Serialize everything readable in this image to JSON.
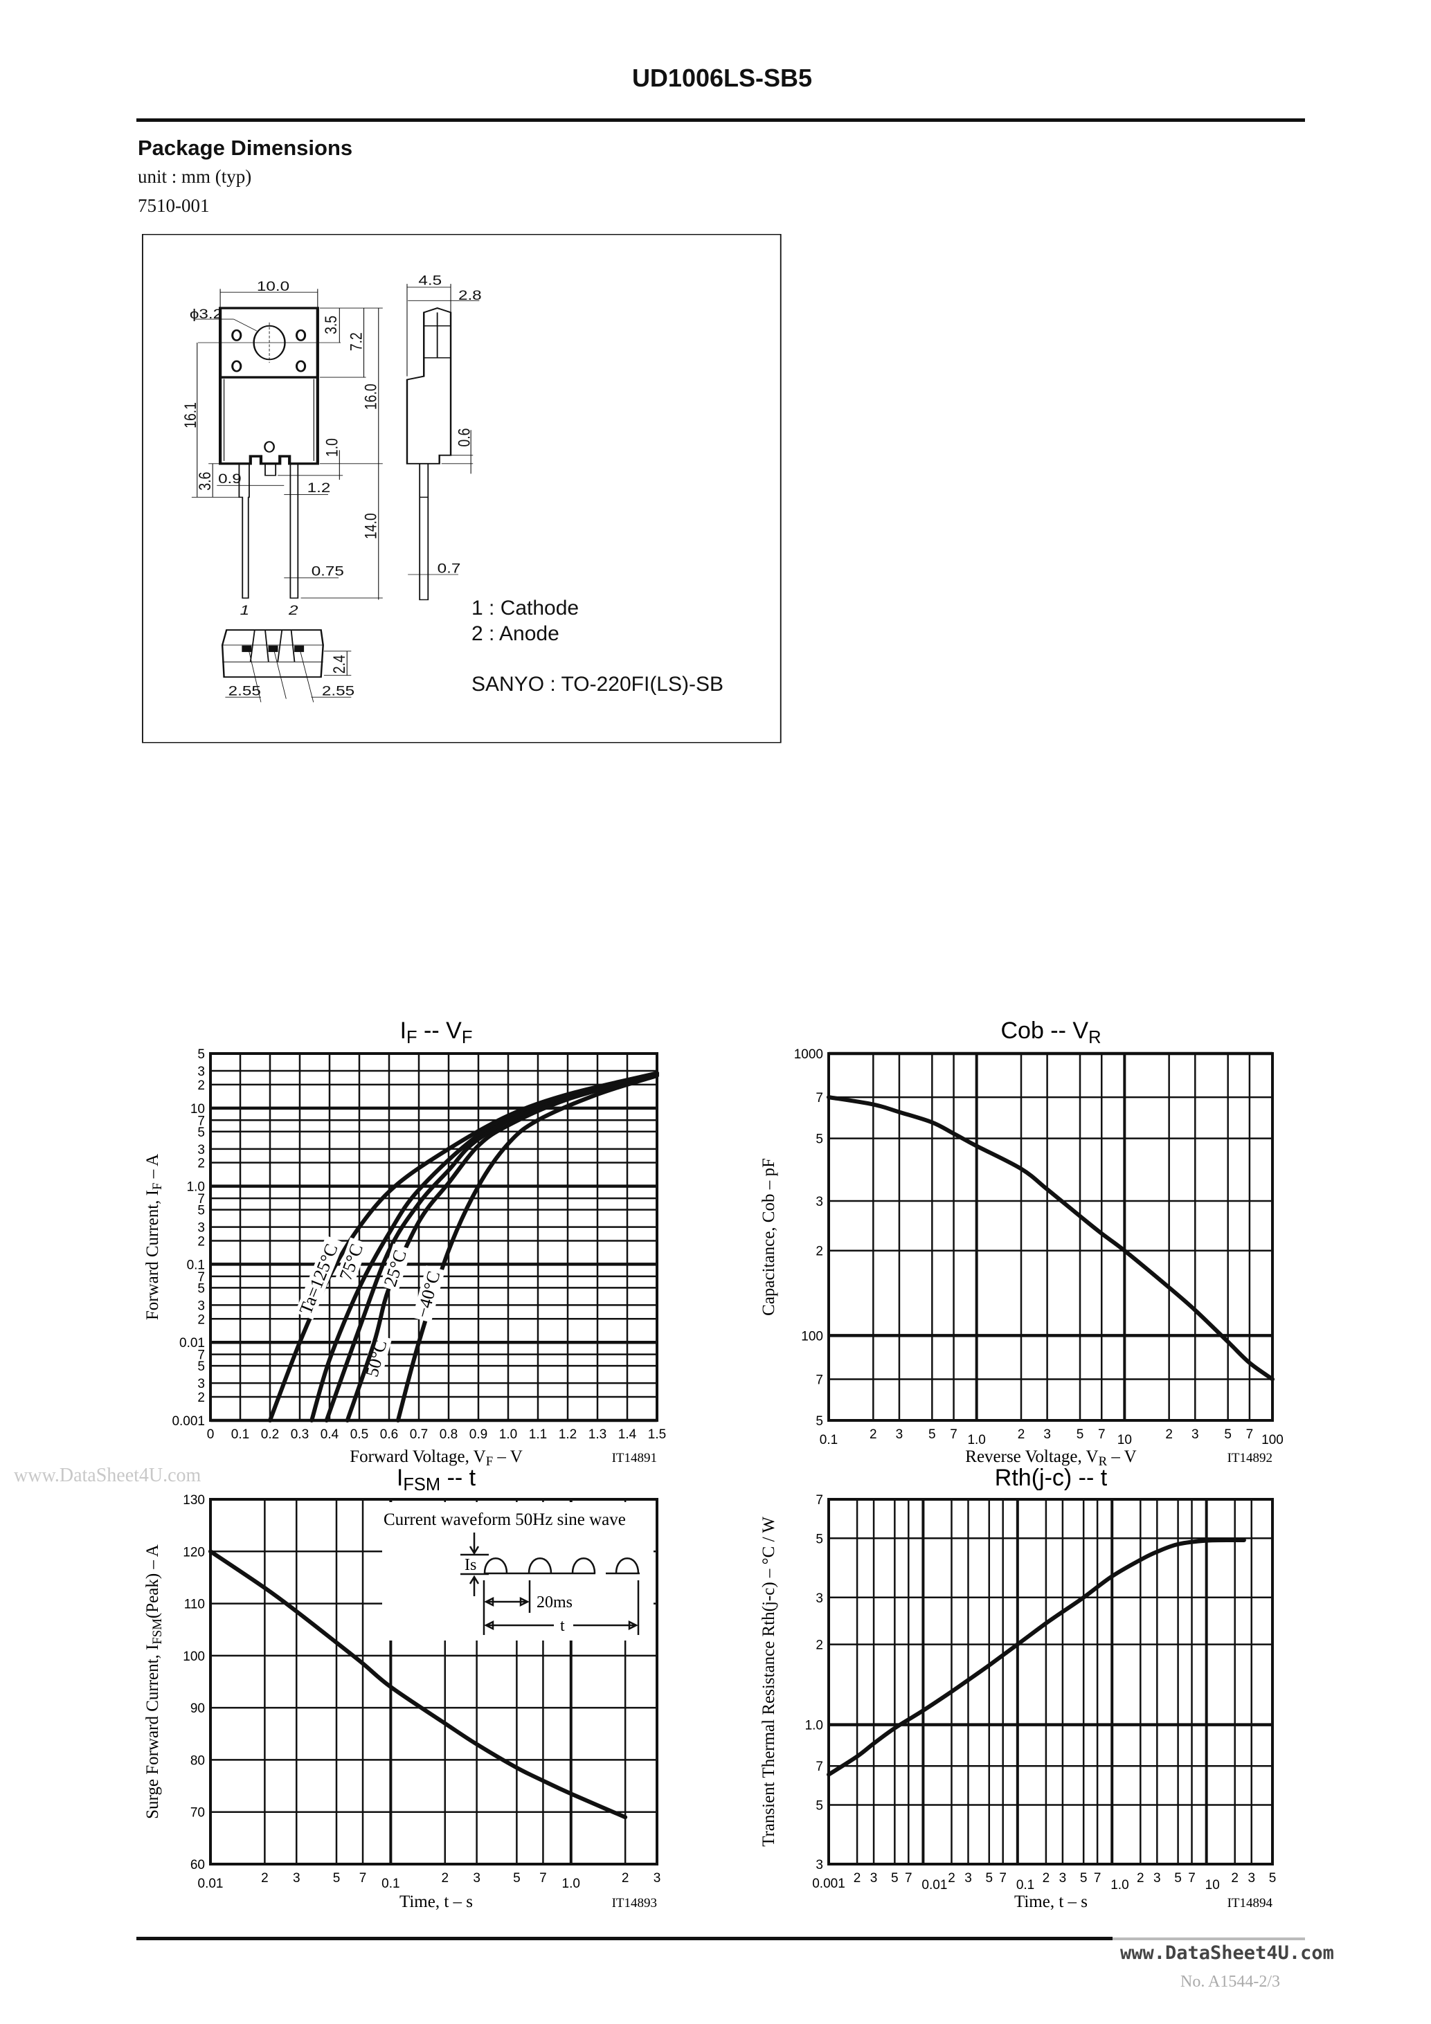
{
  "header": {
    "title": "UD1006LS-SB5"
  },
  "package": {
    "heading": "Package Dimensions",
    "unit": "unit : mm (typ)",
    "code": "7510-001",
    "dims": [
      "10.0",
      "ϕ3.2",
      "3.5",
      "7.2",
      "16.0",
      "16.1",
      "1.0",
      "3.6",
      "0.9",
      "1.2",
      "14.0",
      "0.75",
      "4.5",
      "2.8",
      "0.6",
      "0.7",
      "2.4",
      "2.55",
      "2.55"
    ],
    "pins": [
      "1",
      "2"
    ],
    "pin_legend": [
      "1 : Cathode",
      "2 : Anode"
    ],
    "package_name": "SANYO : TO-220FI(LS)-SB"
  },
  "chart_data": [
    {
      "type": "line",
      "code": "IT14891",
      "title": [
        {
          "t": "I"
        },
        {
          "t": "F",
          "sub": true
        },
        {
          "t": "  --  V"
        },
        {
          "t": "F",
          "sub": true
        }
      ],
      "xlabel": [
        {
          "t": "Forward Voltage, V"
        },
        {
          "t": "F",
          "sub": true
        },
        {
          "t": "  –  V"
        }
      ],
      "ylabel": [
        {
          "t": "Forward Current, I"
        },
        {
          "t": "F",
          "sub": true
        },
        {
          "t": "  –  A"
        }
      ],
      "xscale": "linear",
      "xlim": [
        0,
        1.5
      ],
      "yscale": "log",
      "ylim": [
        0.001,
        50
      ],
      "grid": true,
      "x_ticks": [
        {
          "v": 0,
          "l": "0"
        },
        {
          "v": 0.1,
          "l": "0.1"
        },
        {
          "v": 0.2,
          "l": "0.2"
        },
        {
          "v": 0.3,
          "l": "0.3"
        },
        {
          "v": 0.4,
          "l": "0.4"
        },
        {
          "v": 0.5,
          "l": "0.5"
        },
        {
          "v": 0.6,
          "l": "0.6"
        },
        {
          "v": 0.7,
          "l": "0.7"
        },
        {
          "v": 0.8,
          "l": "0.8"
        },
        {
          "v": 0.9,
          "l": "0.9"
        },
        {
          "v": 1.0,
          "l": "1.0"
        },
        {
          "v": 1.1,
          "l": "1.1"
        },
        {
          "v": 1.2,
          "l": "1.2"
        },
        {
          "v": 1.3,
          "l": "1.3"
        },
        {
          "v": 1.4,
          "l": "1.4"
        },
        {
          "v": 1.5,
          "l": "1.5"
        }
      ],
      "y_ticks": [
        {
          "v": 50,
          "l": "5"
        },
        {
          "v": 30,
          "l": "3"
        },
        {
          "v": 20,
          "l": "2"
        },
        {
          "v": 10,
          "l": "10"
        },
        {
          "v": 7,
          "l": "7"
        },
        {
          "v": 5,
          "l": "5"
        },
        {
          "v": 3,
          "l": "3"
        },
        {
          "v": 2,
          "l": "2"
        },
        {
          "v": 1,
          "l": "1.0"
        },
        {
          "v": 0.7,
          "l": "7"
        },
        {
          "v": 0.5,
          "l": "5"
        },
        {
          "v": 0.3,
          "l": "3"
        },
        {
          "v": 0.2,
          "l": "2"
        },
        {
          "v": 0.1,
          "l": "0.1"
        },
        {
          "v": 0.07,
          "l": "7"
        },
        {
          "v": 0.05,
          "l": "5"
        },
        {
          "v": 0.03,
          "l": "3"
        },
        {
          "v": 0.02,
          "l": "2"
        },
        {
          "v": 0.01,
          "l": "0.01"
        },
        {
          "v": 0.007,
          "l": "7"
        },
        {
          "v": 0.005,
          "l": "5"
        },
        {
          "v": 0.003,
          "l": "3"
        },
        {
          "v": 0.002,
          "l": "2"
        },
        {
          "v": 0.001,
          "l": "0.001"
        }
      ],
      "series": [
        {
          "name": "Ta=125°C",
          "points": [
            [
              0.2,
              0.001
            ],
            [
              0.3,
              0.01
            ],
            [
              0.4,
              0.07
            ],
            [
              0.5,
              0.3
            ],
            [
              0.62,
              1.0
            ],
            [
              0.8,
              3
            ],
            [
              1.0,
              8
            ],
            [
              1.2,
              15
            ],
            [
              1.5,
              28
            ]
          ]
        },
        {
          "name": "75°C",
          "points": [
            [
              0.34,
              0.001
            ],
            [
              0.4,
              0.006
            ],
            [
              0.5,
              0.05
            ],
            [
              0.6,
              0.25
            ],
            [
              0.7,
              0.9
            ],
            [
              0.9,
              4.5
            ],
            [
              1.1,
              11
            ],
            [
              1.5,
              28
            ]
          ]
        },
        {
          "name": "50°C",
          "points": [
            [
              0.39,
              0.001
            ],
            [
              0.5,
              0.015
            ],
            [
              0.6,
              0.15
            ],
            [
              0.7,
              0.6
            ],
            [
              0.8,
              1.6
            ],
            [
              0.9,
              4
            ],
            [
              1.1,
              10
            ],
            [
              1.5,
              28
            ]
          ]
        },
        {
          "name": "25°C",
          "points": [
            [
              0.46,
              0.001
            ],
            [
              0.55,
              0.01
            ],
            [
              0.6,
              0.05
            ],
            [
              0.7,
              0.35
            ],
            [
              0.8,
              1.1
            ],
            [
              0.9,
              3.3
            ],
            [
              1.0,
              6
            ],
            [
              1.2,
              13
            ],
            [
              1.5,
              27
            ]
          ]
        },
        {
          "name": "−40°C",
          "points": [
            [
              0.63,
              0.001
            ],
            [
              0.7,
              0.01
            ],
            [
              0.8,
              0.15
            ],
            [
              0.9,
              1.0
            ],
            [
              1.0,
              3.5
            ],
            [
              1.1,
              7
            ],
            [
              1.3,
              15
            ],
            [
              1.5,
              26
            ]
          ]
        }
      ]
    },
    {
      "type": "line",
      "code": "IT14892",
      "title": [
        {
          "t": "Cob  --  V"
        },
        {
          "t": "R",
          "sub": true
        }
      ],
      "xlabel": [
        {
          "t": "Reverse Voltage, V"
        },
        {
          "t": "R",
          "sub": true
        },
        {
          "t": "  –  V"
        }
      ],
      "ylabel": [
        {
          "t": "Capacitance, Cob  –  pF"
        }
      ],
      "xscale": "log",
      "xlim": [
        0.1,
        100
      ],
      "yscale": "log",
      "ylim": [
        50,
        1000
      ],
      "grid": true,
      "x_ticks": [
        {
          "v": 0.1,
          "l": "0.1"
        },
        {
          "v": 0.2,
          "l": "2"
        },
        {
          "v": 0.3,
          "l": "3"
        },
        {
          "v": 0.5,
          "l": "5"
        },
        {
          "v": 0.7,
          "l": "7"
        },
        {
          "v": 1,
          "l": "1.0"
        },
        {
          "v": 2,
          "l": "2"
        },
        {
          "v": 3,
          "l": "3"
        },
        {
          "v": 5,
          "l": "5"
        },
        {
          "v": 7,
          "l": "7"
        },
        {
          "v": 10,
          "l": "10"
        },
        {
          "v": 20,
          "l": "2"
        },
        {
          "v": 30,
          "l": "3"
        },
        {
          "v": 50,
          "l": "5"
        },
        {
          "v": 70,
          "l": "7"
        },
        {
          "v": 100,
          "l": "100"
        }
      ],
      "y_ticks": [
        {
          "v": 1000,
          "l": "1000"
        },
        {
          "v": 700,
          "l": "7"
        },
        {
          "v": 500,
          "l": "5"
        },
        {
          "v": 300,
          "l": "3"
        },
        {
          "v": 200,
          "l": "2"
        },
        {
          "v": 100,
          "l": "100"
        },
        {
          "v": 70,
          "l": "7"
        },
        {
          "v": 50,
          "l": "5"
        }
      ],
      "series": [
        {
          "points": [
            [
              0.1,
              700
            ],
            [
              0.2,
              660
            ],
            [
              0.3,
              620
            ],
            [
              0.5,
              570
            ],
            [
              0.7,
              520
            ],
            [
              1,
              470
            ],
            [
              2,
              390
            ],
            [
              3,
              330
            ],
            [
              5,
              265
            ],
            [
              7,
              230
            ],
            [
              10,
              200
            ],
            [
              20,
              148
            ],
            [
              30,
              123
            ],
            [
              50,
              95
            ],
            [
              70,
              80
            ],
            [
              100,
              70
            ]
          ]
        }
      ]
    },
    {
      "type": "line",
      "code": "IT14893",
      "title": [
        {
          "t": "I"
        },
        {
          "t": "FSM",
          "sub": true
        },
        {
          "t": "  --  t"
        }
      ],
      "xlabel": [
        {
          "t": "Time, t  – s"
        }
      ],
      "ylabel": [
        {
          "t": "Surge Forward Current, I"
        },
        {
          "t": "FSM",
          "sub": true
        },
        {
          "t": "(Peak)  –  A"
        }
      ],
      "xscale": "log",
      "xlim": [
        0.01,
        3
      ],
      "yscale": "linear",
      "ylim": [
        60,
        130
      ],
      "grid": true,
      "x_ticks": [
        {
          "v": 0.01,
          "l": "0.01"
        },
        {
          "v": 0.02,
          "l": "2"
        },
        {
          "v": 0.03,
          "l": "3"
        },
        {
          "v": 0.05,
          "l": "5"
        },
        {
          "v": 0.07,
          "l": "7"
        },
        {
          "v": 0.1,
          "l": "0.1"
        },
        {
          "v": 0.2,
          "l": "2"
        },
        {
          "v": 0.3,
          "l": "3"
        },
        {
          "v": 0.5,
          "l": "5"
        },
        {
          "v": 0.7,
          "l": "7"
        },
        {
          "v": 1,
          "l": "1.0"
        },
        {
          "v": 2,
          "l": "2"
        },
        {
          "v": 3,
          "l": "3"
        }
      ],
      "y_ticks": [
        {
          "v": 130,
          "l": "130"
        },
        {
          "v": 120,
          "l": "120"
        },
        {
          "v": 110,
          "l": "110"
        },
        {
          "v": 100,
          "l": "100"
        },
        {
          "v": 90,
          "l": "90"
        },
        {
          "v": 80,
          "l": "80"
        },
        {
          "v": 70,
          "l": "70"
        },
        {
          "v": 60,
          "l": "60"
        }
      ],
      "inset": {
        "caption": "Current waveform 50Hz sine wave",
        "peak_label": "Is",
        "period_label": "20ms",
        "duration_label": "t"
      },
      "series": [
        {
          "points": [
            [
              0.01,
              120
            ],
            [
              0.02,
              113
            ],
            [
              0.03,
              108.5
            ],
            [
              0.05,
              102.5
            ],
            [
              0.07,
              98.5
            ],
            [
              0.1,
              94
            ],
            [
              0.2,
              87
            ],
            [
              0.3,
              83
            ],
            [
              0.5,
              78.5
            ],
            [
              0.7,
              76
            ],
            [
              1,
              73.5
            ],
            [
              2,
              69
            ]
          ]
        }
      ]
    },
    {
      "type": "line",
      "code": "IT14894",
      "title": [
        {
          "t": "Rth(j-c)  --  t"
        }
      ],
      "xlabel": [
        {
          "t": "Time, t  –  s"
        }
      ],
      "ylabel": [
        {
          "t": "Transient Thermal Resistance  Rth(j-c)  –  °C / W"
        }
      ],
      "xscale": "log",
      "xlim": [
        0.001,
        50
      ],
      "yscale": "log",
      "ylim": [
        0.3,
        7
      ],
      "grid": true,
      "x_ticks": [
        {
          "v": 0.001,
          "l": "0.001"
        },
        {
          "v": 0.002,
          "l": "2"
        },
        {
          "v": 0.003,
          "l": "3"
        },
        {
          "v": 0.005,
          "l": "5"
        },
        {
          "v": 0.007,
          "l": "7"
        },
        {
          "v": 0.01,
          "l": "0.01"
        },
        {
          "v": 0.02,
          "l": "2"
        },
        {
          "v": 0.03,
          "l": "3"
        },
        {
          "v": 0.05,
          "l": "5"
        },
        {
          "v": 0.07,
          "l": "7"
        },
        {
          "v": 0.1,
          "l": "0.1"
        },
        {
          "v": 0.2,
          "l": "2"
        },
        {
          "v": 0.3,
          "l": "3"
        },
        {
          "v": 0.5,
          "l": "5"
        },
        {
          "v": 0.7,
          "l": "7"
        },
        {
          "v": 1,
          "l": "1.0"
        },
        {
          "v": 2,
          "l": "2"
        },
        {
          "v": 3,
          "l": "3"
        },
        {
          "v": 5,
          "l": "5"
        },
        {
          "v": 7,
          "l": "7"
        },
        {
          "v": 10,
          "l": "10"
        },
        {
          "v": 20,
          "l": "2"
        },
        {
          "v": 30,
          "l": "3"
        },
        {
          "v": 50,
          "l": "5"
        }
      ],
      "y_ticks": [
        {
          "v": 7,
          "l": "7"
        },
        {
          "v": 5,
          "l": "5"
        },
        {
          "v": 3,
          "l": "3"
        },
        {
          "v": 2,
          "l": "2"
        },
        {
          "v": 1,
          "l": "1.0"
        },
        {
          "v": 0.7,
          "l": "7"
        },
        {
          "v": 0.5,
          "l": "5"
        },
        {
          "v": 0.3,
          "l": "3"
        }
      ],
      "series": [
        {
          "points": [
            [
              0.001,
              0.65
            ],
            [
              0.002,
              0.76
            ],
            [
              0.003,
              0.85
            ],
            [
              0.005,
              0.97
            ],
            [
              0.01,
              1.13
            ],
            [
              0.02,
              1.33
            ],
            [
              0.03,
              1.47
            ],
            [
              0.05,
              1.67
            ],
            [
              0.1,
              2.0
            ],
            [
              0.2,
              2.4
            ],
            [
              0.3,
              2.65
            ],
            [
              0.5,
              3.0
            ],
            [
              1,
              3.6
            ],
            [
              2,
              4.15
            ],
            [
              3,
              4.45
            ],
            [
              5,
              4.75
            ],
            [
              10,
              4.9
            ],
            [
              20,
              4.92
            ],
            [
              25,
              4.92
            ]
          ]
        }
      ]
    }
  ],
  "footer": {
    "watermark": "www.DataSheet4U.com",
    "page_number": "No. A1544-2/3"
  }
}
